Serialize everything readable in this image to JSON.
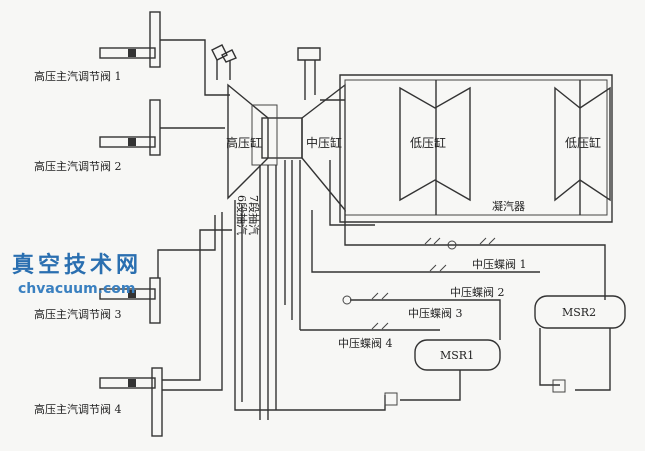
{
  "valves_hp": [
    "高压主汽调节阀 1",
    "高压主汽调节阀 2",
    "高压主汽调节阀 3",
    "高压主汽调节阀 4"
  ],
  "cylinders": {
    "hp": "高压缸",
    "ip": "中压缸",
    "lp1": "低压缸",
    "lp2": "低压缸"
  },
  "condenser": "凝汽器",
  "extractions": [
    "6段抽汽",
    "7段抽汽"
  ],
  "valves_ip": [
    "中压蝶阀 1",
    "中压蝶阀 2",
    "中压蝶阀 3",
    "中压蝶阀 4"
  ],
  "msr": [
    "MSR1",
    "MSR2"
  ],
  "watermark": {
    "cn": "真空技术网",
    "url": "chvacuum.com"
  }
}
